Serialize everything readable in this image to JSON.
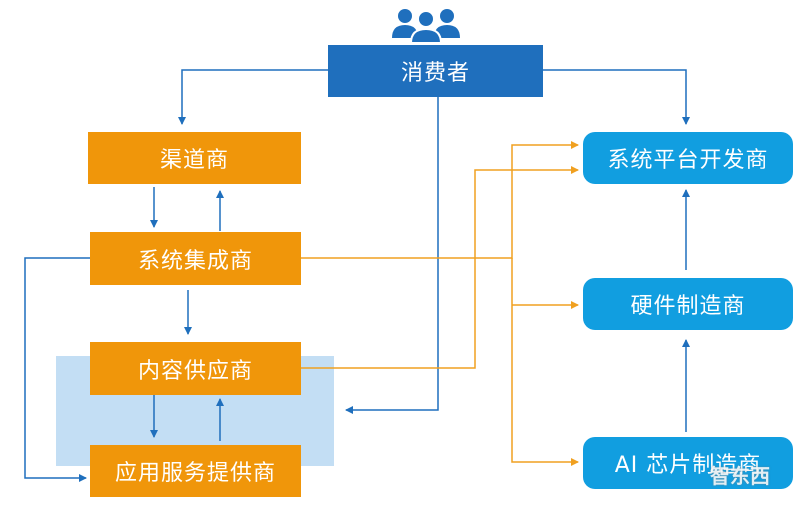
{
  "nodes": {
    "consumer": "消费者",
    "channel": "渠道商",
    "integrator": "系统集成商",
    "content": "内容供应商",
    "app_service": "应用服务提供商",
    "platform_dev": "系统平台开发商",
    "hardware": "硬件制造商",
    "ai_chip": "AI 芯片制造商"
  },
  "watermark": "智东西",
  "icons": {
    "consumer_icon": "people-group-icon"
  },
  "colors": {
    "orange": "#f0960a",
    "consumer_blue": "#1f6fbd",
    "cyan": "#119ee0",
    "highlight": "#c3def4",
    "line_blue": "#1f6fbd",
    "line_orange": "#f0a020"
  }
}
